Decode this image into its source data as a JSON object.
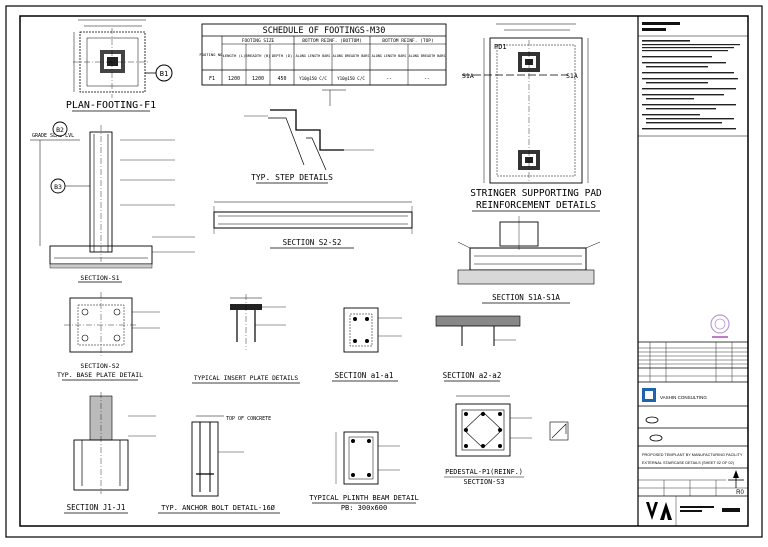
{
  "drawing_titles": {
    "plan_footing": "PLAN-FOOTING-F1",
    "section_s1": "SECTION-S1",
    "typ_step_details": "TYP. STEP DETAILS",
    "section_s2_s2": "SECTION S2-S2",
    "stringer_title_1": "STRINGER SUPPORTING PAD",
    "stringer_title_2": "REINFORCEMENT DETAILS",
    "section_s1a": "SECTION S1A-S1A",
    "section_s2": "SECTION-S2",
    "typ_base_plate": "TYP. BASE PLATE DETAIL",
    "typical_insert_plate": "TYPICAL INSERT PLATE DETAILS",
    "section_a1": "SECTION a1-a1",
    "section_a2": "SECTION a2-a2",
    "section_j1": "SECTION J1-J1",
    "typ_anchor_bolt": "TYP. ANCHOR BOLT DETAIL-16Ø",
    "typical_plinth_beam": "TYPICAL PLINTH BEAM DETAIL",
    "plinth_beam_size": "PB: 300x600",
    "pedestal_title": "PEDESTAL-P1(REINF.)",
    "section_s3": "SECTION-S3"
  },
  "markers": {
    "b1": "B1",
    "b2": "B2",
    "b3": "B3",
    "s1a_left": "S1A",
    "s1a_right": "S1A",
    "pd1": "PD1"
  },
  "schedule": {
    "title": "SCHEDULE OF FOOTINGS-M30",
    "groups": [
      "FOOTING SIZE",
      "BOTTOM REINF. (BOTTOM)",
      "BOTTOM REINF. (TOP)"
    ],
    "sub_headers": [
      "FOOTING NO.",
      "LENGTH (L)",
      "BREADTH (B)",
      "DEPTH (D)",
      "ALONG LENGTH BARS",
      "ALONG BREADTH BARS",
      "ALONG LENGTH BARS",
      "ALONG BREADTH BARS"
    ],
    "rows": [
      [
        "F1",
        "1200",
        "1200",
        "450",
        "Y10@150 C/C",
        "Y10@150 C/C",
        "--",
        "--"
      ]
    ]
  },
  "annotations": {
    "grade_slab": "GRADE SLAB LVL",
    "top_of_concrete": "TOP OF CONCRETE"
  },
  "title_block": {
    "company": "VASHIN CONSULTING",
    "project": "PROPOSED TEMPLANT BY MANUFACTURING FACILITY",
    "sheet": "EXTERNAL STAIRCASE DETAILS (SHEET 02 OF 02)",
    "rev": "R0"
  }
}
